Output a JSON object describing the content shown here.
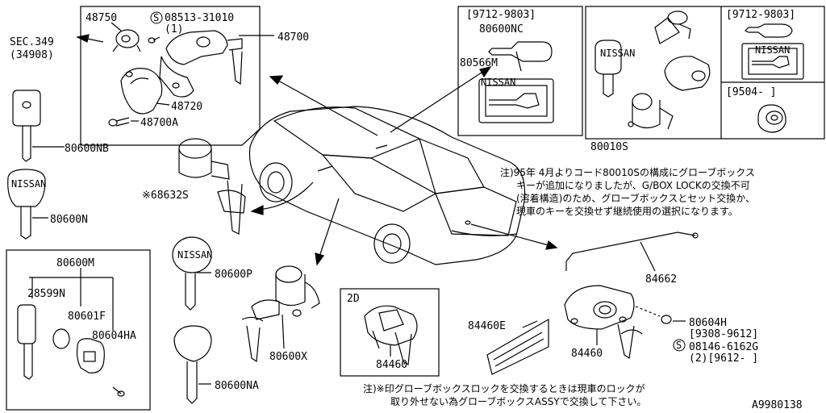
{
  "labels": {
    "sec349": "SEC.349",
    "sec349_sub": "(34908)",
    "p48750": "48750",
    "p08513_circle": "S",
    "p08513": "08513-31010",
    "p08513_qty": "(1)",
    "p48700": "48700",
    "p48720": "48720",
    "p48700A": "48700A",
    "p80600NB": "80600NB",
    "p80600N": "80600N",
    "p68632S": "※68632S",
    "p80600M": "80600M",
    "p28599N": "28599N",
    "p80601F": "80601F",
    "p80604HA": "80604HA",
    "p80600P": "80600P",
    "p80600X": "80600X",
    "p80600NA": "80600NA",
    "box2d": "2D",
    "p84460_box": "84460",
    "p84460E": "84460E",
    "p84460": "84460",
    "p84662": "84662",
    "p80604H": "80604H",
    "p80604H_date": "[9308-9612]",
    "p08146_circle": "S",
    "p08146": "08146-6162G",
    "p08146_qty": "(2)[9612-    ]",
    "date_left": "[9712-9803]",
    "p80600NC": "80600NC",
    "p80566M": "80566M",
    "date_right": "[9712-9803]",
    "date_9504": "[9504-    ]",
    "p80010S": "80010S",
    "nissan": "NISSAN",
    "code": "A9980138"
  },
  "notes": {
    "note1_line1": "注)95年 4月よりコード80010Sの構成にグローブボックス",
    "note1_line2": "キーが追加になりましたが、G/BOX LOCKの交換不可",
    "note1_line3": "(溶着構造)のため、グローブボックスとセット交換か、",
    "note1_line4": "現車のキーを交換せず継続使用の選択になります。",
    "note2_line1": "注)※印グローブボックスロックを交換するときは現車のロックが",
    "note2_line2": "取り外せない為グローブボックスASSYで交換して下さい。"
  }
}
